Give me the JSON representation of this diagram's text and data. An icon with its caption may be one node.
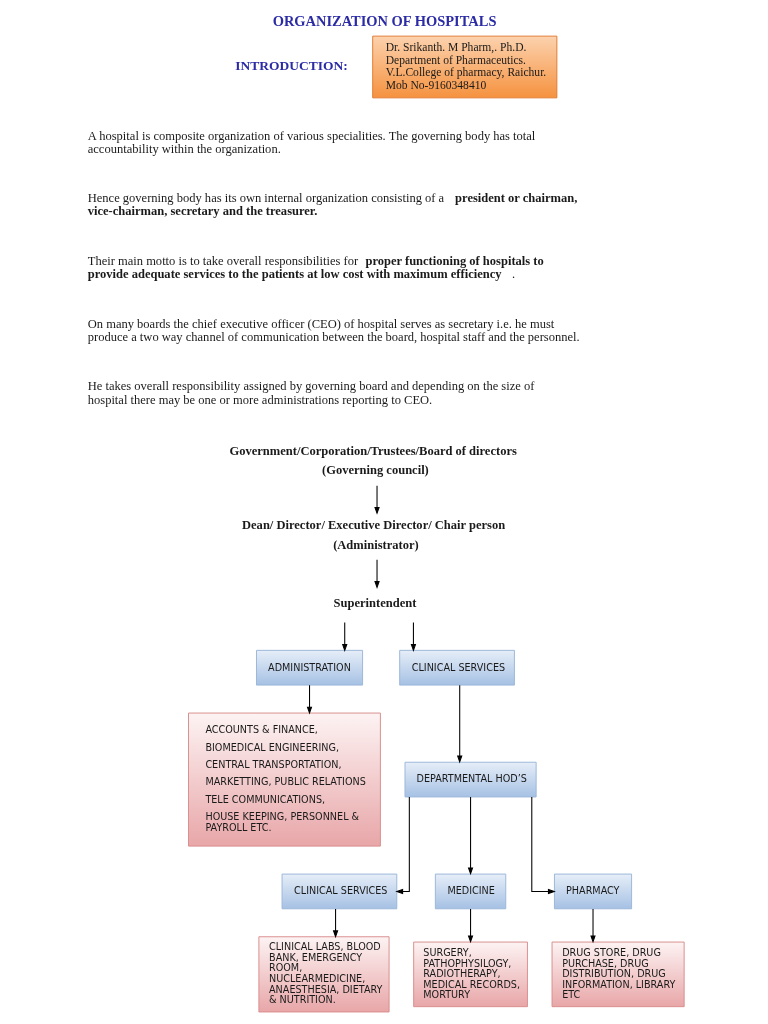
{
  "diagram": {
    "title": "ORGANIZATION OF HOSPITALS",
    "nodes": [
      {
        "text": [
          "Dr. Srikanth. M Pharm,. Ph.D.",
          "Department of Pharmaceutics.",
          "V.L.College of pharmacy, Raichur.",
          "Mob No-9160348410"
        ]
      },
      {
        "text": [
          "Government/Corporation/Trustees/Board of directors",
          "(Governing council)"
        ]
      },
      {
        "text": [
          "Dean/ Director/ Executive Director/ Chair person",
          "(Administrator)"
        ]
      },
      {
        "text": [
          "Superintendent"
        ]
      },
      {
        "text": [
          "ADMINISTRATION"
        ]
      },
      {
        "text": [
          "CLINICAL SERVICES"
        ]
      },
      {
        "text": [
          "ACCOUNTS & FINANCE,",
          "BIOMEDICAL ENGINEERING,",
          "CENTRAL TRANSPORTATION,",
          "MARKETTING, PUBLIC RELATIONS",
          "TELE COMMUNICATIONS,",
          "HOUSE KEEPING, PERSONNEL & PAYROLL ETC."
        ]
      },
      {
        "text": [
          "DEPARTMENTAL HOD’S"
        ]
      },
      {
        "text": [
          "CLINICAL SERVICES"
        ]
      },
      {
        "text": [
          "MEDICINE"
        ]
      },
      {
        "text": [
          "PHARMACY"
        ]
      },
      {
        "text": [
          "CLINICAL LABS, BLOOD BANK, EMERGENCY ROOM, NUCLEARMEDICINE, ANAESTHESIA, DIETARY & NUTRITION."
        ]
      },
      {
        "text": [
          "SURGERY, PATHOPHYSILOGY, RADIOTHERAPY, MEDICAL RECORDS, MORTURY"
        ]
      },
      {
        "text": [
          "DRUG STORE, DRUG PURCHASE, DRUG DISTRIBUTION, DRUG INFORMATION, LIBRARY ETC"
        ]
      }
    ],
    "edges": [
      {
        "from": 1,
        "to": 2,
        "arrow": "to"
      },
      {
        "from": 2,
        "to": 3,
        "arrow": "to"
      },
      {
        "from": 3,
        "to": 4,
        "arrow": "to"
      },
      {
        "from": 3,
        "to": 5,
        "arrow": "to"
      },
      {
        "from": 4,
        "to": 6,
        "arrow": "to"
      },
      {
        "from": 5,
        "to": 7,
        "arrow": "to"
      },
      {
        "from": 7,
        "to": 8,
        "arrow": "to"
      },
      {
        "from": 7,
        "to": 9,
        "arrow": "to"
      },
      {
        "from": 7,
        "to": 10,
        "arrow": "to"
      },
      {
        "from": 8,
        "to": 11,
        "arrow": "to"
      },
      {
        "from": 9,
        "to": 12,
        "arrow": "to"
      },
      {
        "from": 10,
        "to": 13,
        "arrow": "to"
      }
    ],
    "labels": [
      "INTRODUCTION:",
      "A hospital is composite organization of various specialities. The governing body has total accountability within the organization.",
      "Hence governing body has its own internal organization consisting of a **president or chairman, vice-chairman, secretary and the treasurer.**",
      "Their main motto is to take overall responsibilities for **proper functioning of hospitals to provide adequate services to the patients at low cost with maximum efficiency**.",
      "On many boards the chief executive officer (CEO) of hospital serves as secretary i.e. he must produce a two way channel of communication between the board, hospital staff and the personnel.",
      "He takes overall responsibility assigned by governing board and depending on the size of hospital there may be one or more administrations reporting to CEO."
    ]
  }
}
